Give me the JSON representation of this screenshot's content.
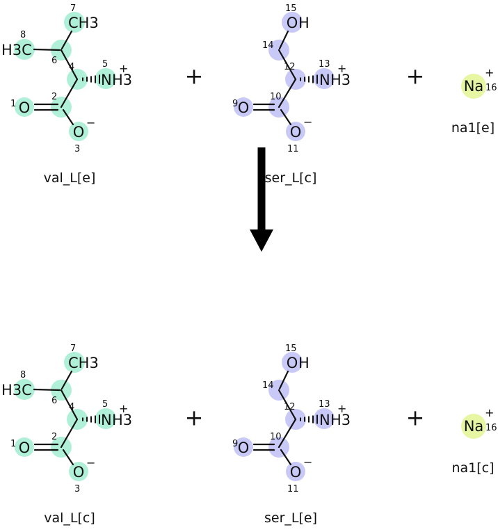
{
  "reaction": {
    "plus": "+",
    "reactant_labels": {
      "valine": "val_L[e]",
      "serine": "ser_L[c]",
      "sodium": "na1[e]"
    },
    "product_labels": {
      "valine": "val_L[c]",
      "serine": "ser_L[e]",
      "sodium": "na1[c]"
    }
  },
  "colors": {
    "valine_highlight": "#b0f0d8",
    "serine_highlight": "#c9c9f8",
    "sodium_highlight": "#e6f6a2",
    "oxygen": "#dc143c",
    "nitrogen": "#3050f8",
    "sodium_text": "#b8860b"
  },
  "valine": {
    "atoms": {
      "o1": {
        "num": "1",
        "symbol": "O"
      },
      "c2": {
        "num": "2"
      },
      "o3": {
        "num": "3",
        "symbol": "O",
        "charge": "−"
      },
      "c4": {
        "num": "4"
      },
      "n5": {
        "num": "5",
        "n": "N",
        "h": "H3",
        "charge": "+"
      },
      "c6": {
        "num": "6"
      },
      "c7": {
        "num": "7",
        "symbol": "CH3"
      },
      "c8": {
        "num": "8",
        "symbol": "H3C"
      }
    }
  },
  "serine": {
    "atoms": {
      "o9": {
        "num": "9",
        "symbol": "O"
      },
      "c10": {
        "num": "10"
      },
      "o11": {
        "num": "11",
        "symbol": "O",
        "charge": "−"
      },
      "c12": {
        "num": "12"
      },
      "n13": {
        "num": "13",
        "n": "N",
        "h": "H3",
        "charge": "+"
      },
      "c14": {
        "num": "14"
      },
      "o15": {
        "num": "15",
        "o": "O",
        "h": "H"
      }
    }
  },
  "sodium": {
    "atom": {
      "num": "16",
      "symbol": "Na",
      "charge": "+"
    }
  }
}
